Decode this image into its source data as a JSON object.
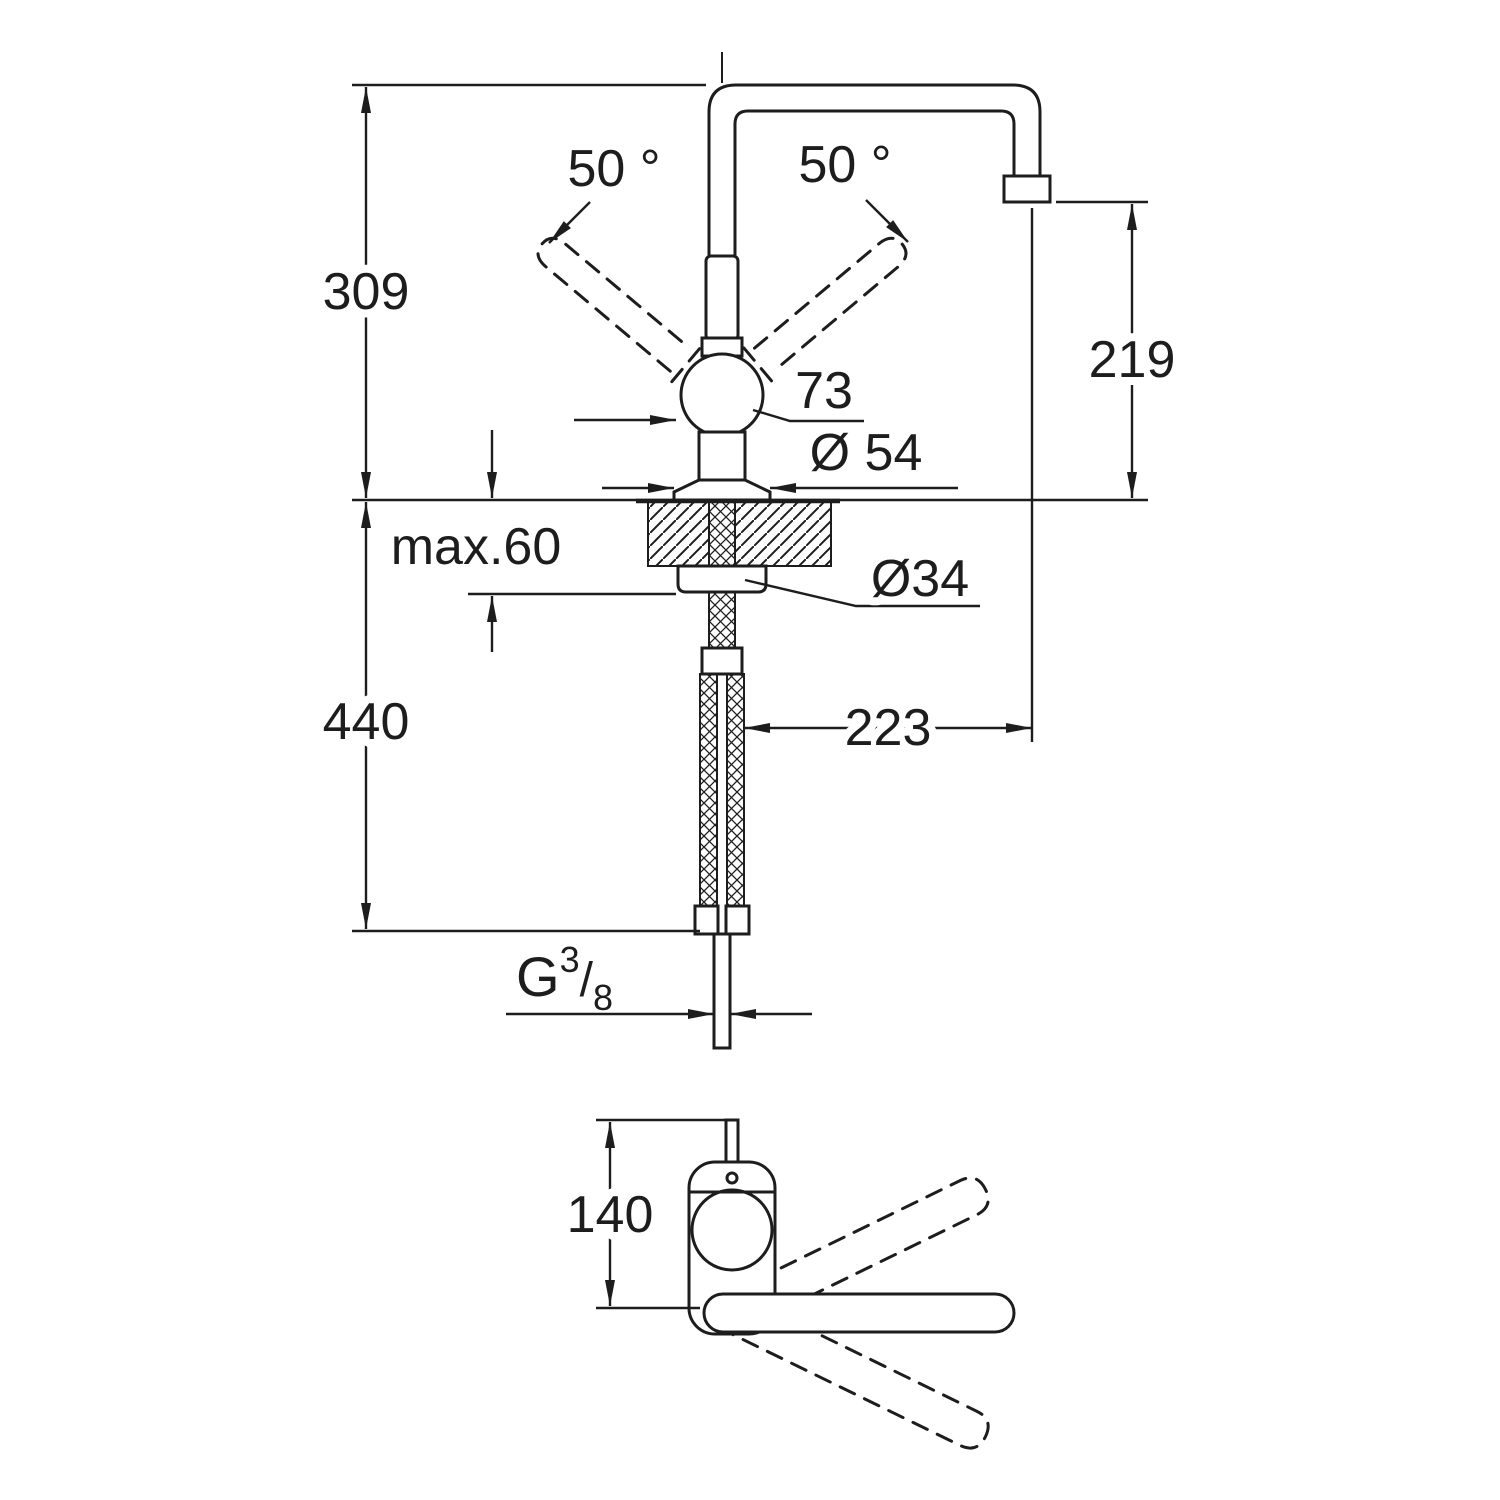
{
  "drawing": {
    "type": "technical-dimension-drawing",
    "subject": "kitchen-faucet-single-lever-high-spout",
    "colors": {
      "line": "#1d1d1d",
      "background": "#ffffff"
    },
    "dims": {
      "height_above_deck": "309",
      "below_deck_length": "440",
      "spout_height": "219",
      "spout_reach": "223",
      "swivel_left": "50 °",
      "swivel_right": "50 °",
      "handle_width": "73",
      "base_diameter": "Ø 54",
      "deck_thickness": "max.60",
      "hole_diameter": "Ø34",
      "plan_height": "140",
      "thread": {
        "g": "G",
        "sup": "3",
        "slash": "/",
        "sub": "8"
      }
    }
  }
}
